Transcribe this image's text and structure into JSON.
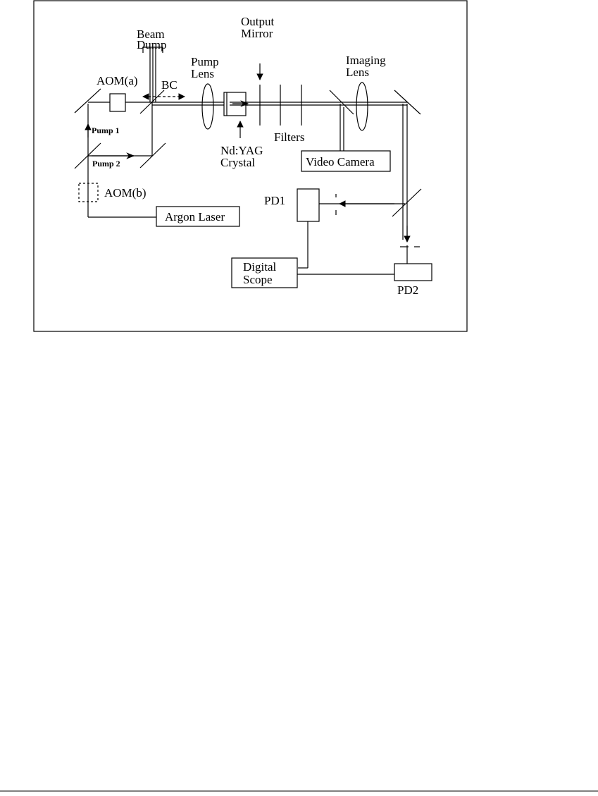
{
  "figure": {
    "labels": {
      "beam_dump_1": "Beam",
      "beam_dump_2": "Dump",
      "aom_a": "AOM(a)",
      "bc": "BC",
      "pump_lens_1": "Pump",
      "pump_lens_2": "Lens",
      "output_mirror_1": "Output",
      "output_mirror_2": "Mirror",
      "imaging_lens_1": "Imaging",
      "imaging_lens_2": "Lens",
      "pump1": "Pump 1",
      "pump2": "Pump 2",
      "ndyag_1": "Nd:YAG",
      "ndyag_2": "Crystal",
      "filters": "Filters",
      "video_camera": "Video Camera",
      "aom_b": "AOM(b)",
      "argon_laser": "Argon Laser",
      "pd1": "PD1",
      "pd2": "PD2",
      "digital_scope_1": "Digital",
      "digital_scope_2": "Scope"
    }
  }
}
